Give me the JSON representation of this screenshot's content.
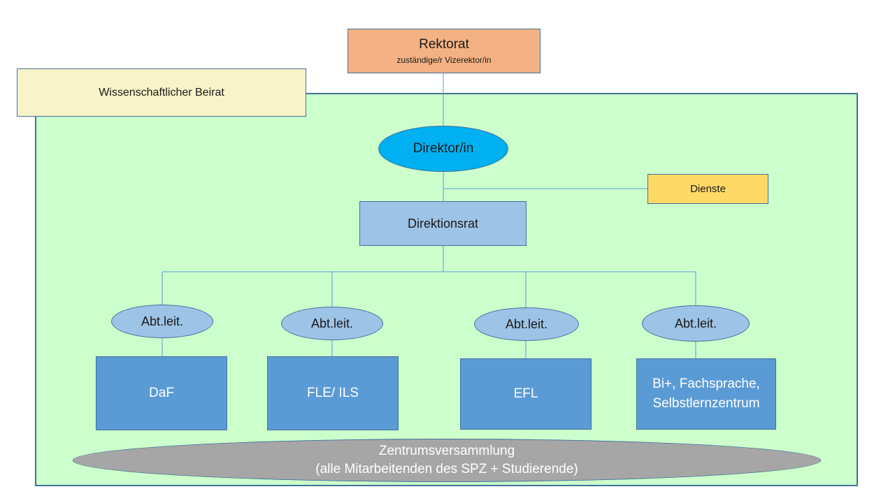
{
  "rektorat": {
    "title": "Rektorat",
    "subtitle": "zuständige/r Vizerektor/in"
  },
  "beirat": "Wissenschaftlicher Beirat",
  "direktor": "Direktor/in",
  "dienste": "Dienste",
  "direktionsrat": "Direktionsrat",
  "abteilungen": [
    {
      "leitung": "Abt.leit.",
      "name": "DaF"
    },
    {
      "leitung": "Abt.leit.",
      "name": "FLE/ ILS"
    },
    {
      "leitung": "Abt.leit.",
      "name": "EFL"
    },
    {
      "leitung": "Abt.leit.",
      "name_line1": "Bi+, Fachsprache,",
      "name_line2": "Selbstlernzentrum"
    }
  ],
  "zentrumsversammlung": {
    "line1": "Zentrumsversammlung",
    "line2": "(alle Mitarbeitenden des SPZ + Studierende)"
  },
  "colors": {
    "container_fill": "#ccffcc",
    "container_border": "#41719c",
    "rektorat": "#f4b183",
    "beirat": "#f8f3c8",
    "direktor": "#00b0f0",
    "dienste": "#ffd966",
    "direktionsrat": "#9dc3e6",
    "department": "#5b9bd5",
    "versammlung": "#a6a6a6"
  }
}
